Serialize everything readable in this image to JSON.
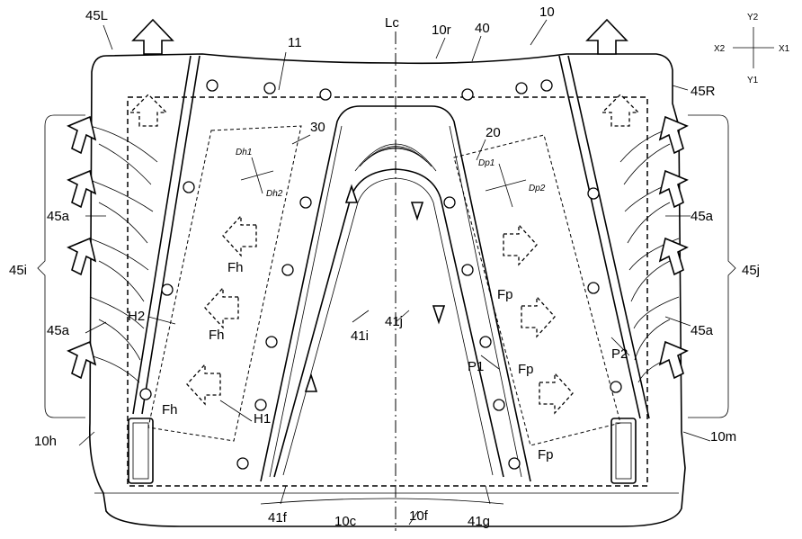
{
  "figure": {
    "labels": {
      "l45L": "45L",
      "l11": "11",
      "lLc": "Lc",
      "l10r": "10r",
      "l40": "40",
      "l10": "10",
      "l45R": "45R",
      "l30": "30",
      "l20": "20",
      "l45a_1": "45a",
      "l45a_2": "45a",
      "l45a_3": "45a",
      "l45a_4": "45a",
      "l45i": "45i",
      "l45j": "45j",
      "lFh_1": "Fh",
      "lFh_2": "Fh",
      "lFh_3": "Fh",
      "lFp_1": "Fp",
      "lFp_2": "Fp",
      "lFp_3": "Fp",
      "lH1": "H1",
      "lH2": "H2",
      "lP1": "P1",
      "lP2": "P2",
      "l41i": "41i",
      "l41j": "41j",
      "l10h": "10h",
      "l10m": "10m",
      "l41f": "41f",
      "l10c": "10c",
      "l10f": "10f",
      "l41g": "41g"
    },
    "direction_labels": {
      "dh1": "Dh1",
      "dh2": "Dh2",
      "dp1": "Dp1",
      "dp2": "Dp2"
    },
    "compass": {
      "y2": "Y2",
      "y1": "Y1",
      "x1": "X1",
      "x2": "X2"
    }
  }
}
